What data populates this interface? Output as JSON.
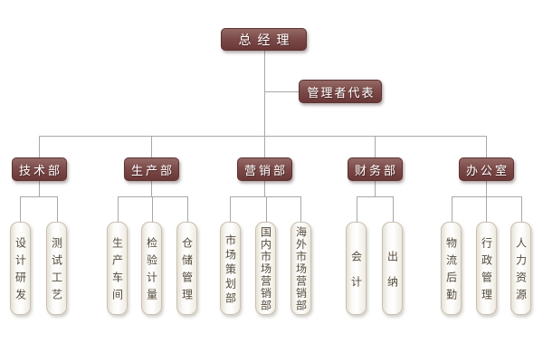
{
  "org": {
    "root": {
      "label": "总经理"
    },
    "staff": {
      "label": "管理者代表"
    },
    "departments": [
      {
        "label": "技术部",
        "children": [
          {
            "label": "设计研发"
          },
          {
            "label": "测试工艺"
          }
        ]
      },
      {
        "label": "生产部",
        "children": [
          {
            "label": "生产车间"
          },
          {
            "label": "检验计量"
          },
          {
            "label": "仓储管理"
          }
        ]
      },
      {
        "label": "营销部",
        "children": [
          {
            "label": "市场策划部"
          },
          {
            "label": "国内市场营销部"
          },
          {
            "label": "海外市场营销部"
          }
        ]
      },
      {
        "label": "财务部",
        "children": [
          {
            "label": "会计"
          },
          {
            "label": "出纳"
          }
        ]
      },
      {
        "label": "办公室",
        "children": [
          {
            "label": "物流后勤"
          },
          {
            "label": "行政管理"
          },
          {
            "label": "人力资源"
          }
        ]
      }
    ],
    "colors": {
      "node_fill": "#7c4a48",
      "node_fill_top": "#946a66",
      "node_border": "#5d3231",
      "node_text": "#ffffff",
      "leaf_fill": "#fbfaf7",
      "leaf_edge": "#e6e1d5",
      "leaf_border": "#c9c1b2",
      "leaf_text": "#54493a",
      "connector": "#a8a8a8",
      "background": "#ffffff"
    }
  }
}
